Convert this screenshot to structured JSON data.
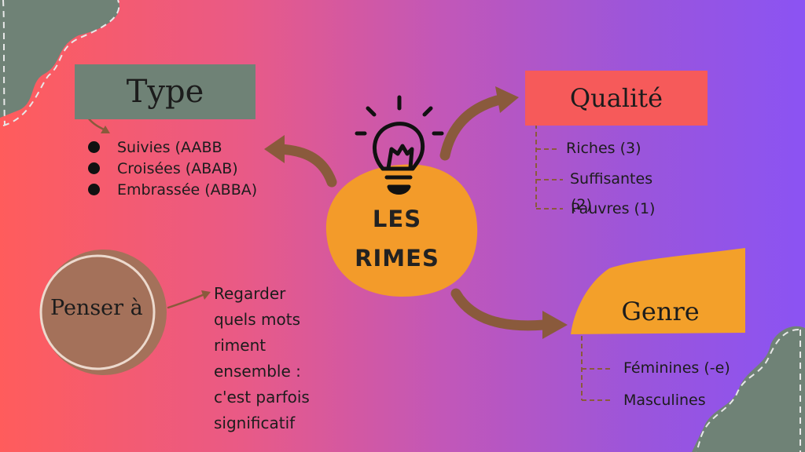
{
  "center": {
    "line1": "LES",
    "line2": "RIMES",
    "icon": "lightbulb-icon"
  },
  "type_box": {
    "title": "Type",
    "items": [
      "Suivies (AABB",
      "Croisées (ABAB)",
      "Embrassée (ABBA)"
    ]
  },
  "qualite_box": {
    "title": "Qualité",
    "items": [
      "Riches (3)",
      "Suffisantes",
      "(2)",
      "Pauvres (1)"
    ]
  },
  "genre_box": {
    "title": "Genre",
    "items": [
      "Féminines (-e)",
      "Masculines"
    ]
  },
  "penser": {
    "label": "Penser à",
    "note": [
      "Regarder",
      "quels mots",
      "riment",
      "ensemble :",
      "c'est parfois",
      "significatif"
    ]
  },
  "colors": {
    "gradient_left": "#ff5c5c",
    "gradient_right": "#8b53f3",
    "center_blob": "#f39b2a",
    "type_box": "#6f8276",
    "qualite_box": "#f65a5a",
    "genre_box": "#f3a02a",
    "arrow": "#8a5a3c",
    "penser_circle": "#a4715a",
    "corner_shape": "#6f8276"
  }
}
